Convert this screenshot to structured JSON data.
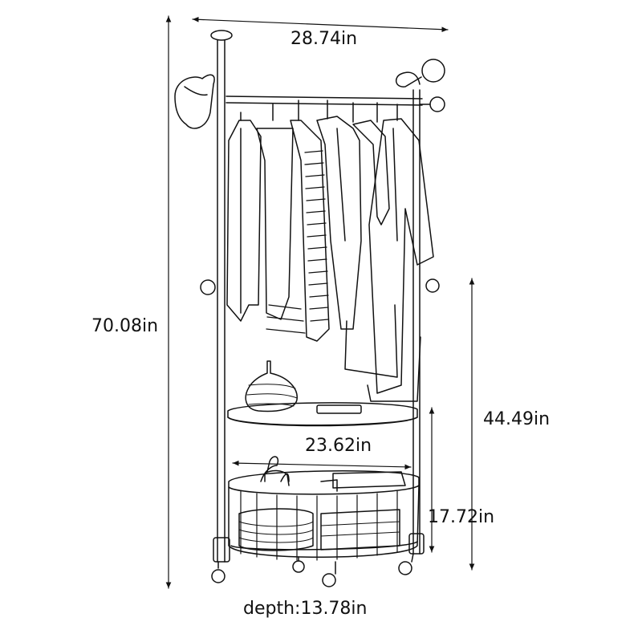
{
  "dimensions": {
    "top_width": "28.74in",
    "total_height": "70.08in",
    "shelf_height": "44.49in",
    "inner_width": "23.62in",
    "basket_height": "17.72in",
    "depth": "depth:13.78in"
  },
  "colors": {
    "line": "#111111",
    "background": "#ffffff"
  }
}
